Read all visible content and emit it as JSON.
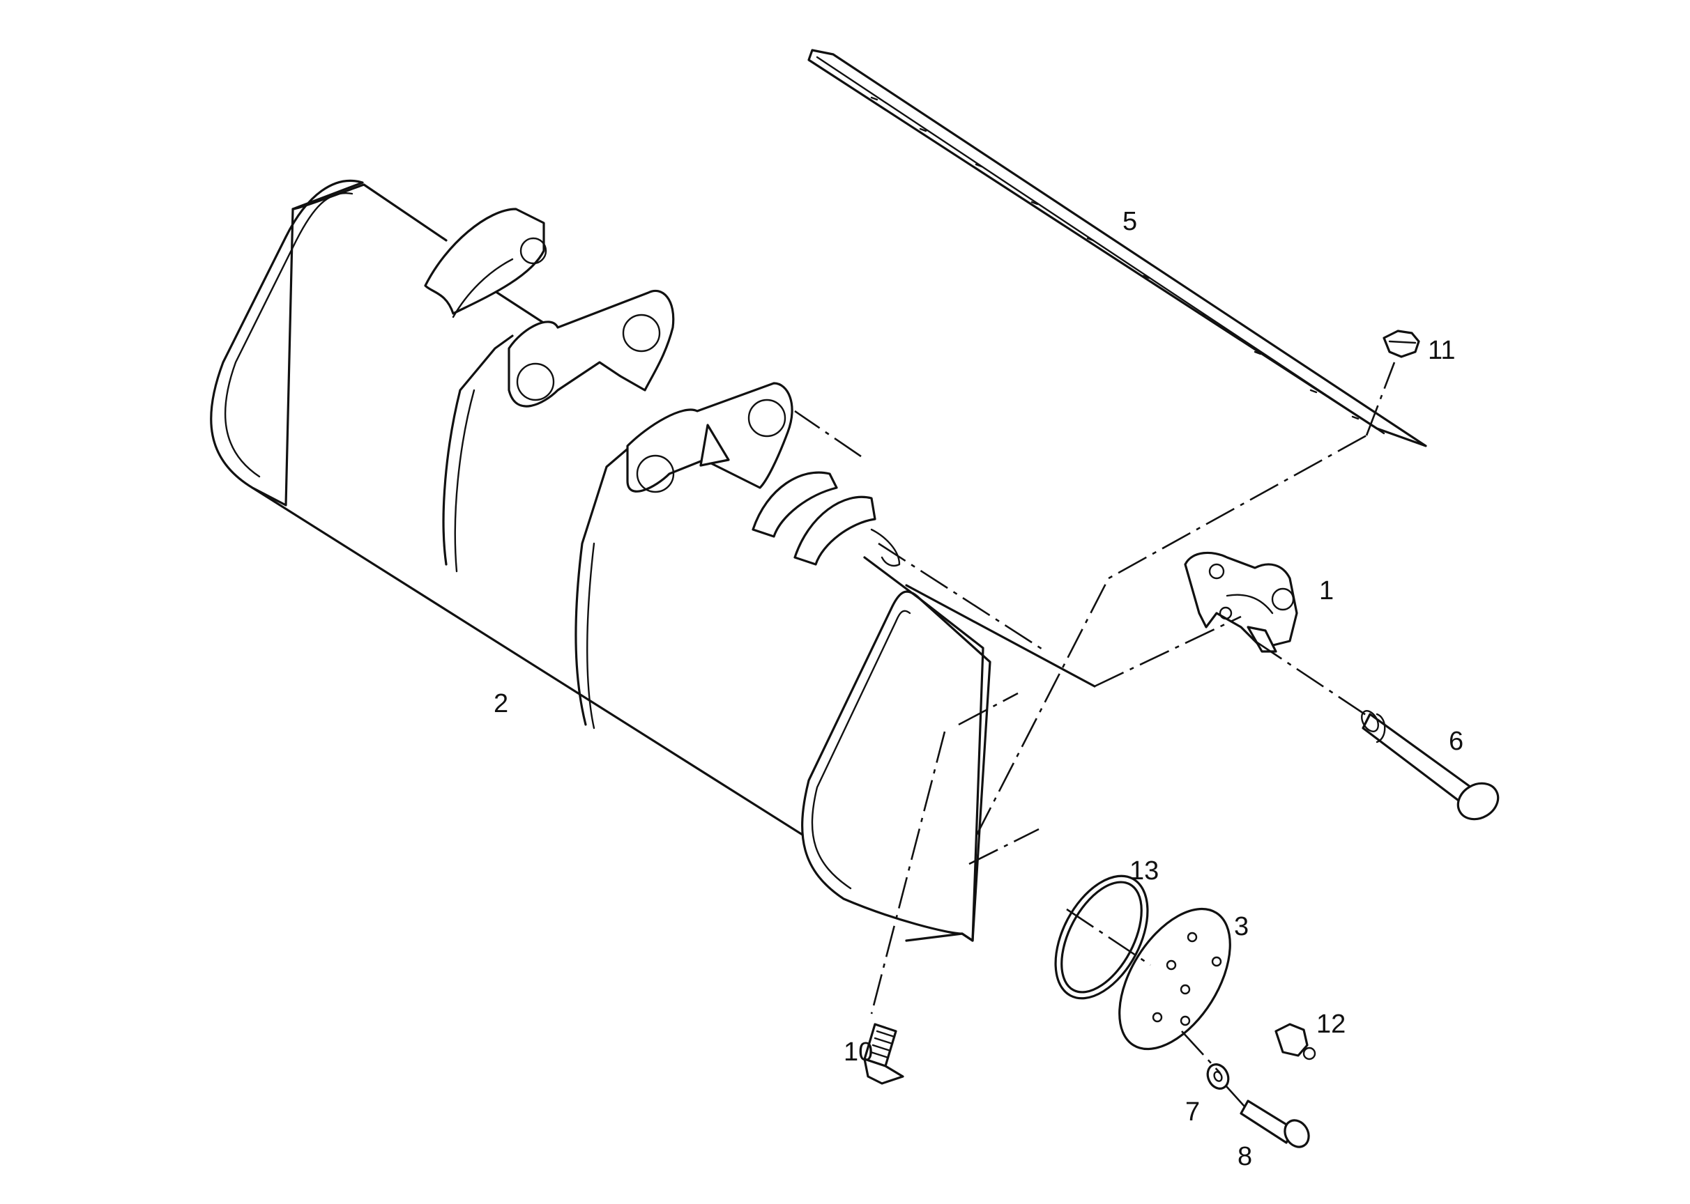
{
  "callouts": [
    {
      "id": "1",
      "label": "1"
    },
    {
      "id": "2",
      "label": "2"
    },
    {
      "id": "3",
      "label": "3"
    },
    {
      "id": "5",
      "label": "5"
    },
    {
      "id": "6",
      "label": "6"
    },
    {
      "id": "7",
      "label": "7"
    },
    {
      "id": "8",
      "label": "8"
    },
    {
      "id": "10",
      "label": "10"
    },
    {
      "id": "11",
      "label": "11"
    },
    {
      "id": "12",
      "label": "12"
    },
    {
      "id": "13",
      "label": "13"
    }
  ],
  "colors": {
    "line": "#111111",
    "background": "#ffffff"
  }
}
